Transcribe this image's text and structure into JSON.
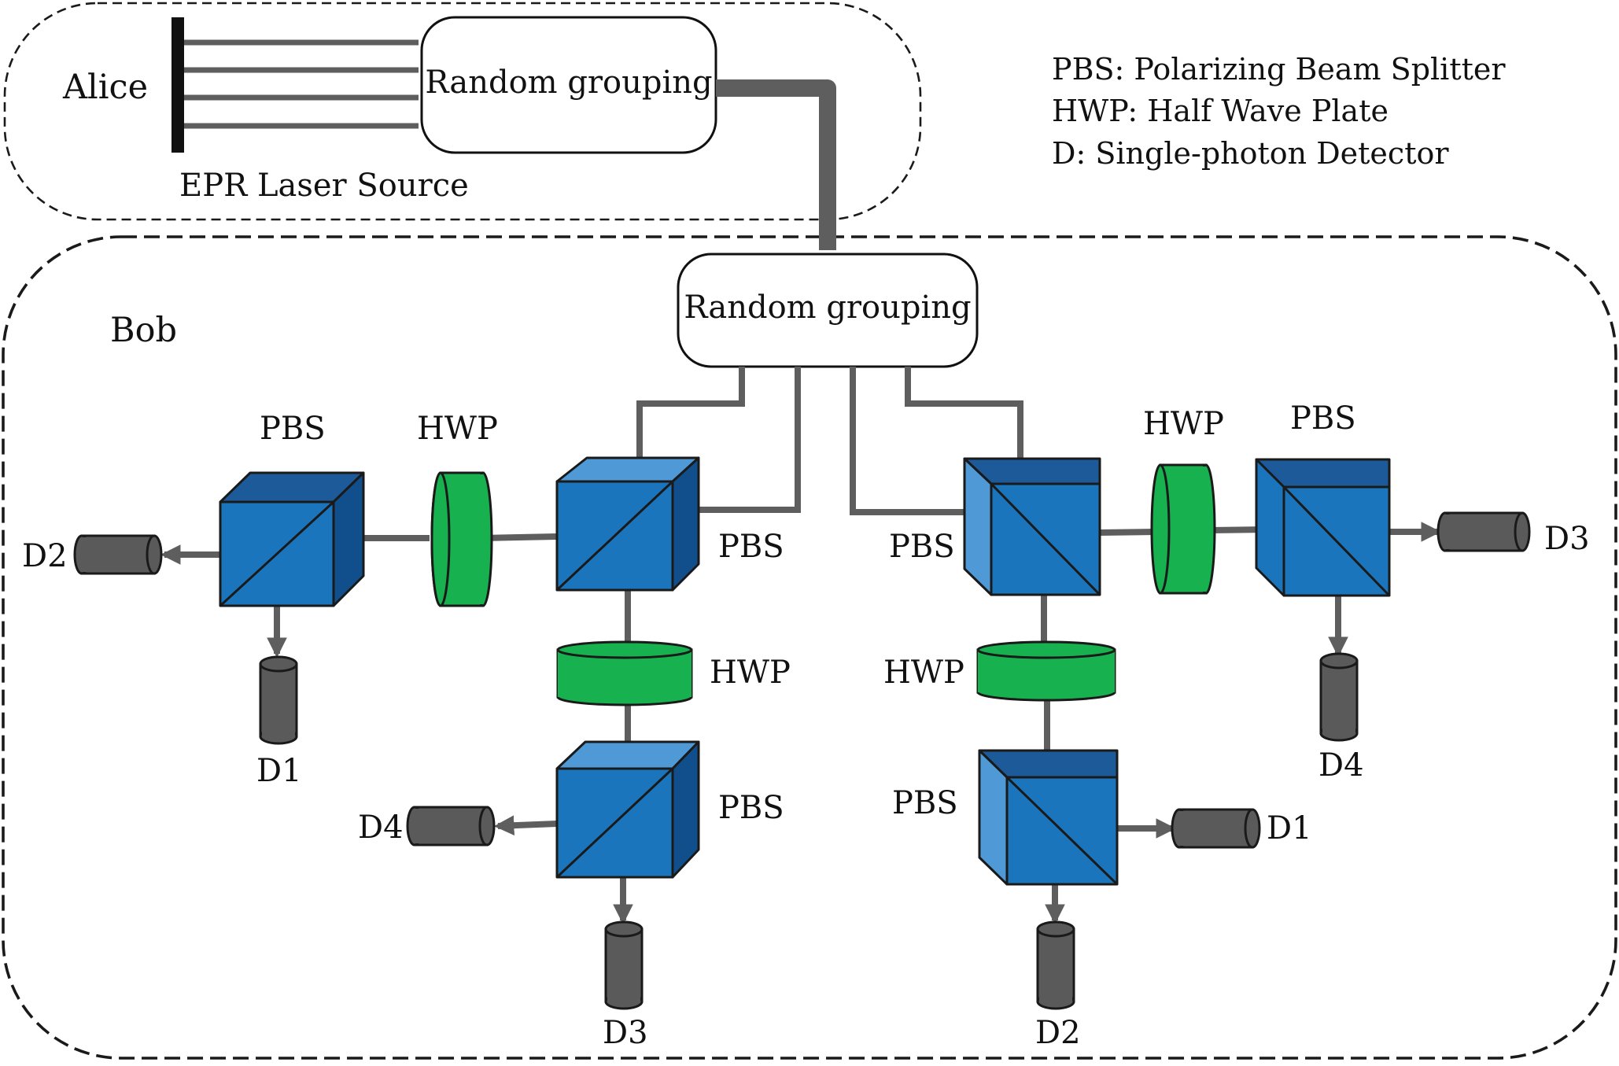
{
  "alice": {
    "name": "Alice",
    "source_label": "EPR Laser Source",
    "grouping_label": "Random grouping"
  },
  "bob": {
    "name": "Bob",
    "grouping_label": "Random grouping",
    "left_branch": {
      "top_pbs": "PBS",
      "side_hwp": "HWP",
      "side_pbs": "PBS",
      "side_det_left": "D2",
      "side_det_bottom": "D1",
      "down_hwp": "HWP",
      "down_pbs": "PBS",
      "down_det_left": "D4",
      "down_det_bottom": "D3"
    },
    "right_branch": {
      "top_pbs": "PBS",
      "side_hwp": "HWP",
      "side_pbs": "PBS",
      "side_det_right": "D3",
      "side_det_bottom": "D4",
      "down_hwp": "HWP",
      "down_pbs": "PBS",
      "down_det_right": "D1",
      "down_det_bottom": "D2"
    }
  },
  "legend": {
    "pbs": "PBS: Polarizing Beam Splitter",
    "hwp": "HWP: Half Wave Plate",
    "d": "D: Single-photon Detector"
  },
  "colors": {
    "cube_front": "#1b75bc",
    "cube_top_light": "#4f9ad6",
    "cube_top_dark": "#1d5a9a",
    "cube_side_dark": "#114f8c",
    "plate": "#17b14f",
    "detector": "#5a5a5a",
    "line": "#5e5e5e"
  },
  "icons": [
    "beam-splitter-cube-icon",
    "half-wave-plate-icon",
    "detector-cylinder-icon",
    "arrow-icon"
  ]
}
